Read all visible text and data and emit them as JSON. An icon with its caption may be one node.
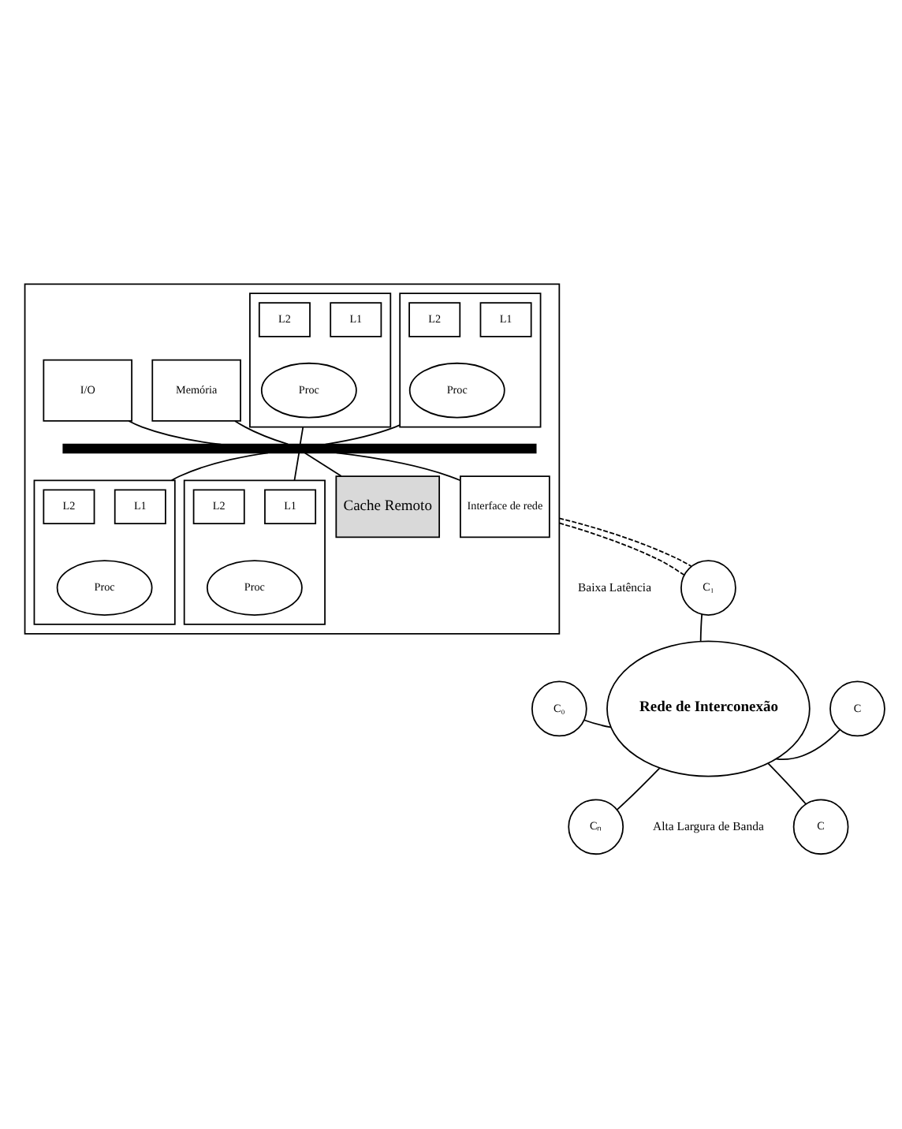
{
  "diagram": {
    "nodes": [
      {
        "text": [],
        "shape": "box"
      },
      {
        "text": [],
        "shape": "box",
        "in": 0
      },
      {
        "text": [
          "L1"
        ],
        "in": 1
      },
      {
        "text": [
          "L2"
        ],
        "in": 1
      },
      {
        "text": [
          "Proc"
        ],
        "in": 1
      },
      {
        "text": [],
        "shape": "box",
        "in": 0
      },
      {
        "text": [
          "L1"
        ],
        "in": 5
      },
      {
        "text": [
          "L2"
        ],
        "in": 5
      },
      {
        "text": [
          "Proc"
        ],
        "in": 5
      },
      {
        "text": [
          "I/O"
        ],
        "in": 0
      },
      {
        "text": [
          "Memória"
        ],
        "in": 0
      },
      {
        "text": [],
        "shape": "bar",
        "in": 0
      },
      {
        "text": [],
        "shape": "box",
        "in": 0
      },
      {
        "text": [
          "L1"
        ],
        "in": 12
      },
      {
        "text": [
          "L2"
        ],
        "in": 12
      },
      {
        "text": [
          "Proc"
        ],
        "in": 12
      },
      {
        "text": [],
        "shape": "box",
        "in": 0
      },
      {
        "text": [
          "L1"
        ],
        "in": 16
      },
      {
        "text": [
          "L2"
        ],
        "in": 16
      },
      {
        "text": [
          "Proc"
        ],
        "in": 16
      },
      {
        "text": [
          "Cache Remoto"
        ],
        "in": 0
      },
      {
        "text": [
          "Interface de rede"
        ],
        "in": 0
      },
      {
        "text": [
          "Rede de Interconexão"
        ]
      },
      {
        "text": [
          "C₁"
        ]
      },
      {
        "text": [
          "C"
        ]
      },
      {
        "text": [
          "C₀"
        ]
      },
      {
        "text": [
          "C"
        ]
      },
      {
        "text": [
          "Cₙ"
        ]
      }
    ],
    "edges": [
      {
        "from": 1,
        "to": 11,
        "arrow": "none"
      },
      {
        "from": 5,
        "to": 11,
        "arrow": "none"
      },
      {
        "from": 9,
        "to": 11,
        "arrow": "none"
      },
      {
        "from": 10,
        "to": 11,
        "arrow": "none"
      },
      {
        "from": 11,
        "to": 12,
        "arrow": "none"
      },
      {
        "from": 11,
        "to": 16,
        "arrow": "none"
      },
      {
        "from": 11,
        "to": 20,
        "arrow": "none"
      },
      {
        "from": 11,
        "to": 21,
        "arrow": "none"
      },
      {
        "from": 0,
        "to": 23,
        "arrow": "none",
        "style": "dashed"
      },
      {
        "from": 0,
        "to": 23,
        "arrow": "none",
        "style": "dashed"
      },
      {
        "from": 23,
        "to": 22,
        "arrow": "none"
      },
      {
        "from": 24,
        "to": 22,
        "arrow": "none"
      },
      {
        "from": 25,
        "to": 22,
        "arrow": "none"
      },
      {
        "from": 26,
        "to": 22,
        "arrow": "none"
      },
      {
        "from": 27,
        "to": 22,
        "arrow": "none"
      }
    ],
    "labels": [
      "Baixa Latência",
      "Alta Largura de Banda"
    ]
  }
}
